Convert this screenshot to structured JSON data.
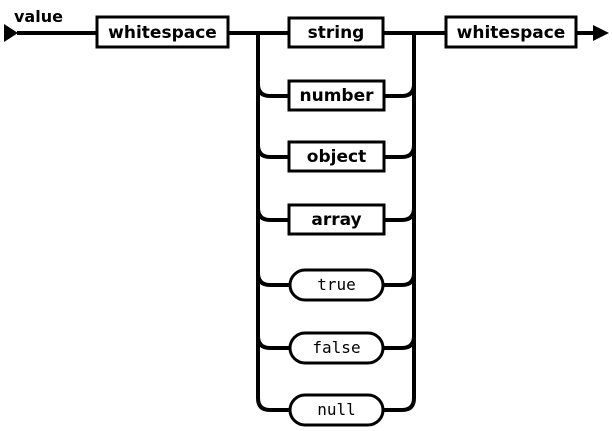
{
  "diagram": {
    "title": "value",
    "kind": "railroad-syntax-diagram",
    "background_color": "#ffffff",
    "line_color": "#000000",
    "box_fill_color": "#ffffff",
    "start_marker": "triangle-right",
    "end_marker": "arrow-right"
  },
  "sequence": {
    "leading": {
      "label": "whitespace",
      "shape": "rectangle",
      "type": "nonterminal"
    },
    "trailing": {
      "label": "whitespace",
      "shape": "rectangle",
      "type": "nonterminal"
    }
  },
  "choices": [
    {
      "label": "string",
      "shape": "rectangle",
      "type": "nonterminal"
    },
    {
      "label": "number",
      "shape": "rectangle",
      "type": "nonterminal"
    },
    {
      "label": "object",
      "shape": "rectangle",
      "type": "nonterminal"
    },
    {
      "label": "array",
      "shape": "rectangle",
      "type": "nonterminal"
    },
    {
      "label": "true",
      "shape": "rounded",
      "type": "terminal"
    },
    {
      "label": "false",
      "shape": "rounded",
      "type": "terminal"
    },
    {
      "label": "null",
      "shape": "rounded",
      "type": "terminal"
    }
  ]
}
